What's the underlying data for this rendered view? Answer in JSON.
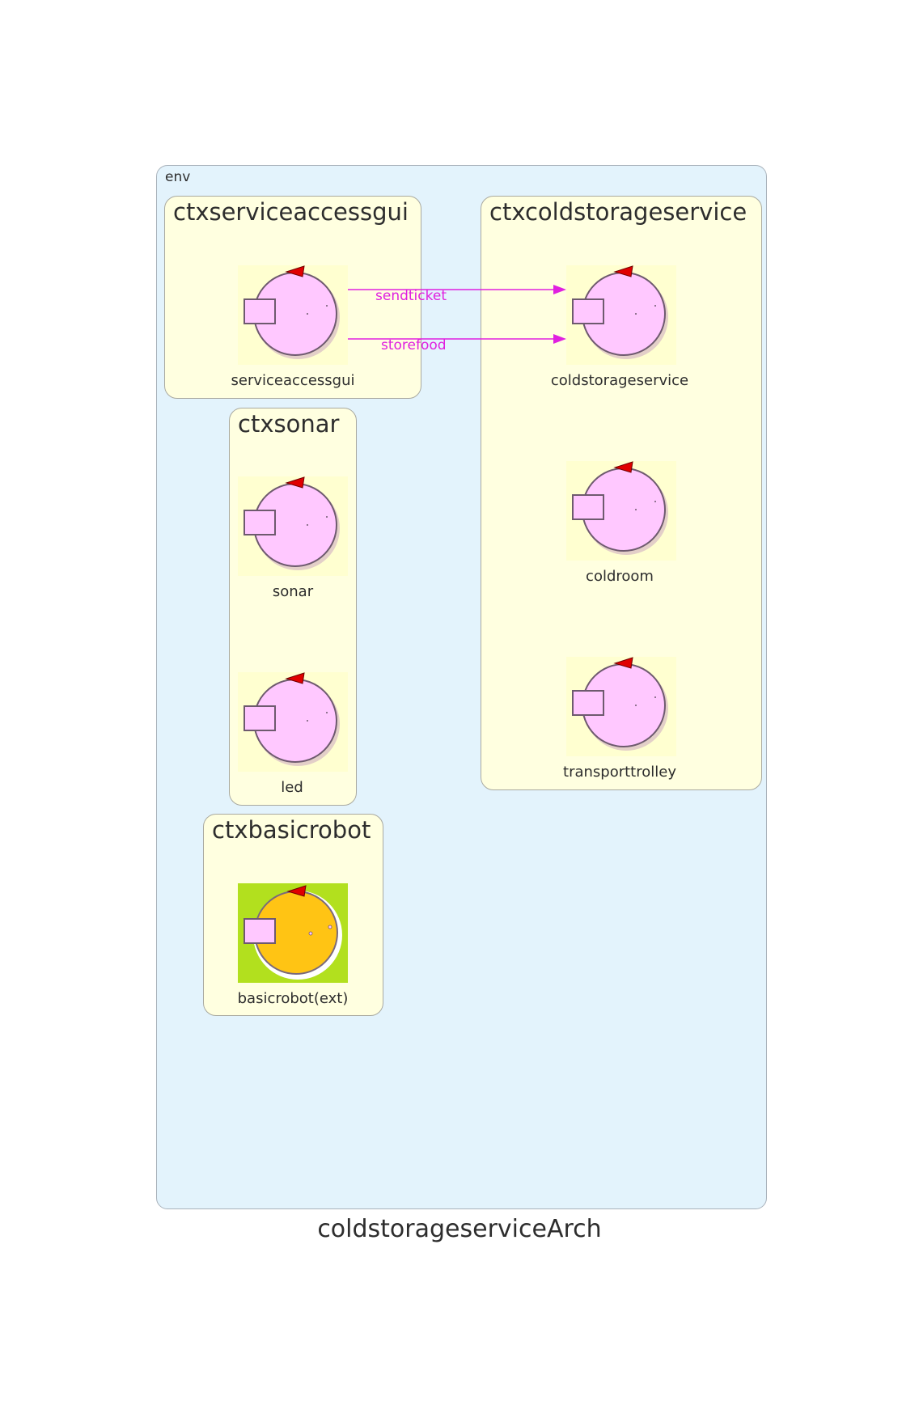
{
  "title": "coldstorageserviceArch",
  "env": {
    "label": "env"
  },
  "contexts": {
    "serviceaccessgui": {
      "title": "ctxserviceaccessgui"
    },
    "coldstorageservice": {
      "title": "ctxcoldstorageservice"
    },
    "sonar": {
      "title": "ctxsonar"
    },
    "basicrobot": {
      "title": "ctxbasicrobot"
    }
  },
  "actors": {
    "serviceaccessgui": "serviceaccessgui",
    "coldstorageservice": "coldstorageservice",
    "coldroom": "coldroom",
    "transporttrolley": "transporttrolley",
    "sonar": "sonar",
    "led": "led",
    "basicrobot": "basicrobot(ext)"
  },
  "messages": {
    "sendticket": "sendticket",
    "storefood": "storefood"
  },
  "colors": {
    "env_bg": "#e3f3fc",
    "context_bg": "#ffffe0",
    "actor_body": "#ffc8ff",
    "external_actor_body": "#ffc414",
    "external_actor_bg": "#b2e01e",
    "message_arrow": "#e020e0",
    "actor_marker": "#e00000"
  }
}
